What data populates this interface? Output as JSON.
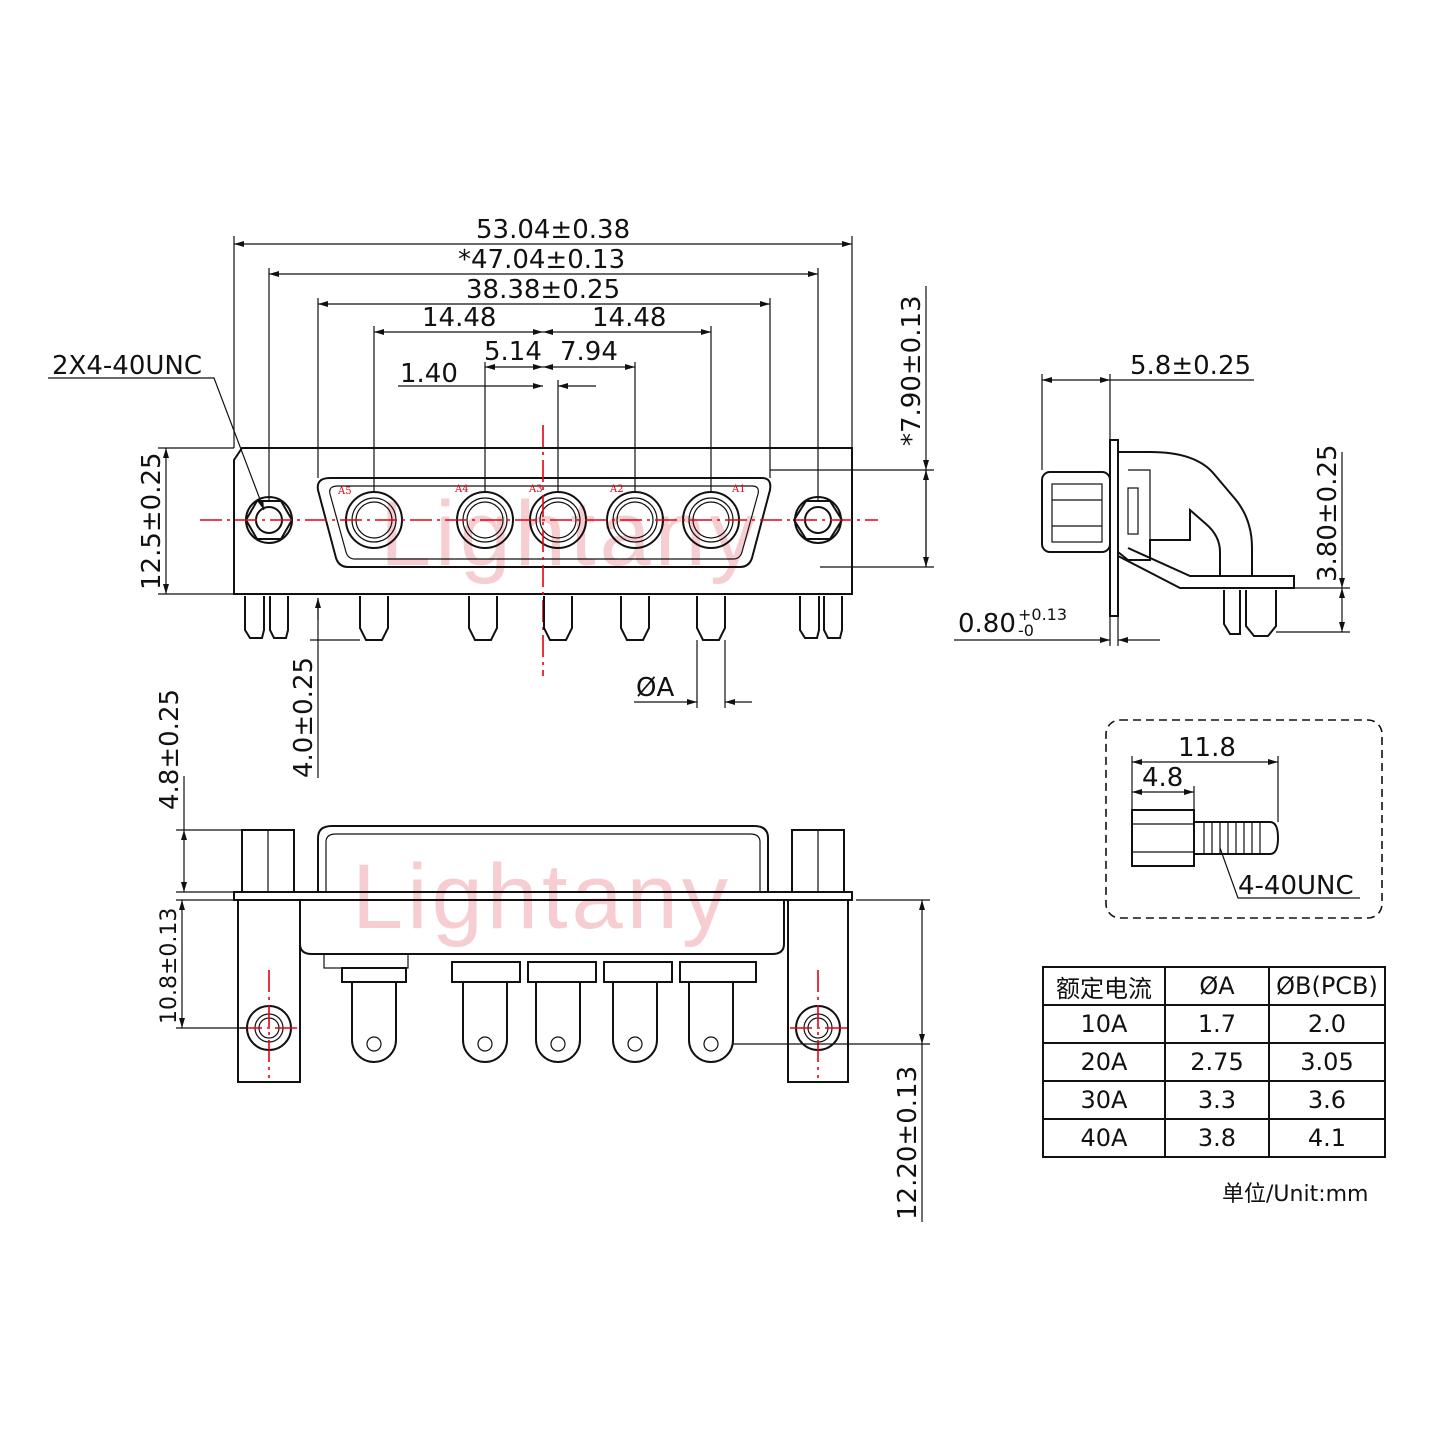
{
  "watermark": "Lightany",
  "top_view": {
    "dims": {
      "overall_width": "53.04±0.38",
      "mount_hole_pitch": "*47.04±0.13",
      "shell_width": "38.38±0.25",
      "pitch_left": "14.48",
      "pitch_right": "14.48",
      "offset_a": "5.14",
      "offset_b": "7.94",
      "offset_c": "1.40",
      "thread_note": "2X4-40UNC",
      "height": "12.5±0.25",
      "shell_height": "*7.90±0.13",
      "pin_length": "4.0±0.25",
      "pin_dia": "ØA"
    },
    "pin_labels": [
      "A5",
      "A4",
      "A3",
      "A2",
      "A1"
    ]
  },
  "side_view": {
    "dims": {
      "depth": "5.8±0.25",
      "pcb_offset": "3.80±0.25",
      "flange": "0.80",
      "flange_tol_plus": "+0.13",
      "flange_tol_minus": "-0"
    }
  },
  "bottom_view": {
    "dims": {
      "standoff": "4.8±0.25",
      "hole_offset": "10.8±0.13",
      "pin_row_offset": "12.20±0.13"
    }
  },
  "screw_detail": {
    "total_length": "11.8",
    "head_length": "4.8",
    "thread": "4-40UNC"
  },
  "spec_table": {
    "headers": [
      "额定电流",
      "ØA",
      "ØB(PCB)"
    ],
    "rows": [
      [
        "10A",
        "1.7",
        "2.0"
      ],
      [
        "20A",
        "2.75",
        "3.05"
      ],
      [
        "30A",
        "3.3",
        "3.6"
      ],
      [
        "40A",
        "3.8",
        "4.1"
      ]
    ],
    "unit_note": "单位/Unit:mm"
  }
}
